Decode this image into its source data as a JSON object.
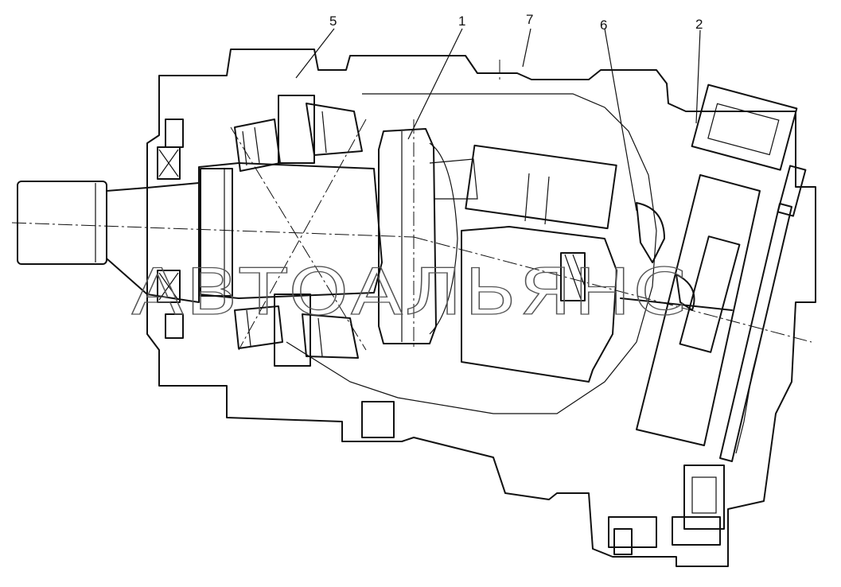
{
  "callouts": [
    {
      "id": "5",
      "text": "5"
    },
    {
      "id": "1",
      "text": "1"
    },
    {
      "id": "7",
      "text": "7"
    },
    {
      "id": "6",
      "text": "6"
    },
    {
      "id": "2",
      "text": "2"
    }
  ],
  "watermark": "АВТОАЛЬЯНС"
}
